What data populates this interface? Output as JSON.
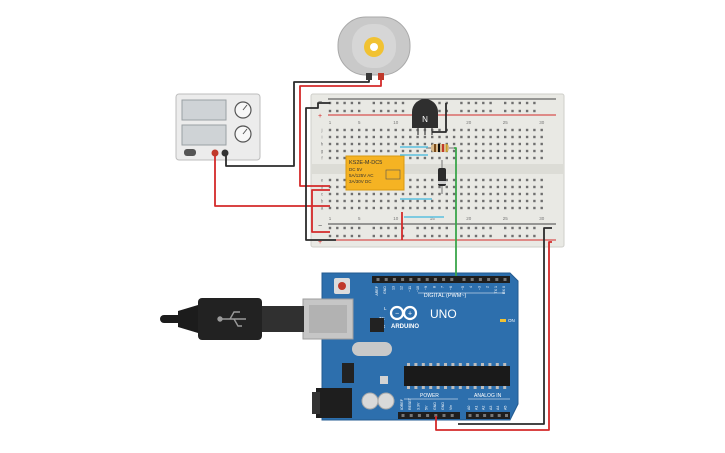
{
  "relay": {
    "model": "KS2E-M-DC5",
    "line1": "DC 5V",
    "line2": "5A/125V AC",
    "line3": "3A/30V DC"
  },
  "transistor": {
    "label": "N"
  },
  "breadboard": {
    "columns": [
      "1",
      "5",
      "10",
      "15",
      "20",
      "25",
      "30"
    ],
    "rows_top": [
      "j",
      "i",
      "h",
      "g",
      "f"
    ],
    "rows_bottom": [
      "e",
      "d",
      "c",
      "b",
      "a"
    ]
  },
  "arduino": {
    "brand": "ARDUINO",
    "model": "UNO",
    "digital_label": "DIGITAL (PWM~)",
    "power_label": "POWER",
    "analog_label": "ANALOG IN",
    "on_label": "ON",
    "l_label": "L",
    "tx_label": "TX",
    "rx_label": "RX",
    "digital_pins": [
      "AREF",
      "GND",
      "13",
      "12",
      "~11",
      "~10",
      "~9",
      "8",
      "7",
      "~6",
      "~5",
      "4",
      "~3",
      "2",
      "TX 1",
      "RX 0"
    ],
    "power_pins": [
      "IOREF",
      "RESET",
      "3.3V",
      "5V",
      "GND",
      "GND",
      "Vin"
    ],
    "analog_pins": [
      "A0",
      "A1",
      "A2",
      "A3",
      "A4",
      "A5"
    ]
  },
  "colors": {
    "wire_red": "#d42a2a",
    "wire_black": "#2b2b2b",
    "wire_green": "#3aa64a",
    "arduino_blue": "#2d6fad",
    "relay_orange": "#f5b323",
    "breadboard": "#e9e9e4"
  }
}
